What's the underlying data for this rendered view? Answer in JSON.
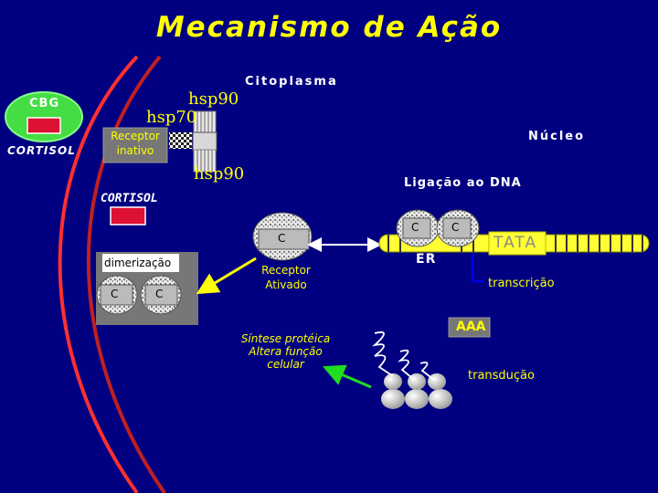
{
  "title": "Mecanismo de Ação",
  "labels": {
    "citoplasma": "Citoplasma",
    "nucleo": "Núcleo",
    "cbg": "CBG",
    "cortisol_left": "CORTISOL",
    "hsp90_top": "hsp90",
    "hsp70": "hsp70",
    "receptor_inativo_1": "Receptor",
    "receptor_inativo_2": "inativo",
    "hsp90_bottom": "hsp90",
    "cortisol_mid": "CORTISOL",
    "dimerizacao": "dimerização",
    "c_dimer_1": "C",
    "c_dimer_2": "C",
    "c_activated": "C",
    "receptor_ativado_1": "Receptor",
    "receptor_ativado_2": "Ativado",
    "ligacao_dna": "Ligação ao DNA",
    "c_dna_1": "C",
    "c_dna_2": "C",
    "er": "ER",
    "tata": "TATA",
    "transcricao": "transcrição",
    "aaa": "AAA",
    "transducao": "transdução",
    "sintese_1": "Síntese protéica",
    "sintese_2": "Altera função",
    "sintese_3": "celular"
  },
  "colors": {
    "background": "#000080",
    "title": "#ffff00",
    "membrane_outer": "#ff3030",
    "membrane_inner": "#c02020",
    "cbg_fill": "#44dd44",
    "cortisol_box": "#dd1133",
    "dna_fill": "#ffff33",
    "arrow_yellow": "#ffff00",
    "arrow_green": "#22dd22",
    "arrow_blue": "#0000dd"
  }
}
